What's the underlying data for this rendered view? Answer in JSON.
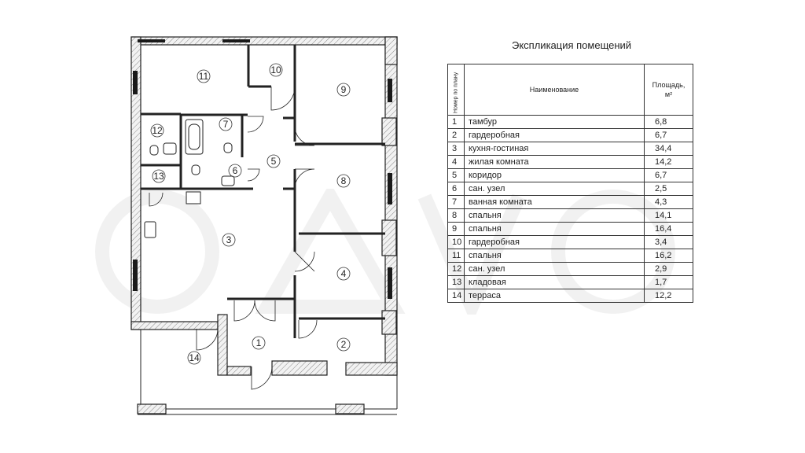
{
  "plan": {
    "rooms": [
      {
        "num": "1"
      },
      {
        "num": "2"
      },
      {
        "num": "3"
      },
      {
        "num": "4"
      },
      {
        "num": "5"
      },
      {
        "num": "6"
      },
      {
        "num": "7"
      },
      {
        "num": "8"
      },
      {
        "num": "9"
      },
      {
        "num": "10"
      },
      {
        "num": "11"
      },
      {
        "num": "12"
      },
      {
        "num": "13"
      },
      {
        "num": "14"
      }
    ]
  },
  "table": {
    "title": "Экспликация помещений",
    "headers": {
      "num": "Номер по плану",
      "name": "Наименование",
      "area_line1": "Площадь,",
      "area_line2": "м²"
    },
    "rows": [
      {
        "num": "1",
        "name": "тамбур",
        "area": "6,8"
      },
      {
        "num": "2",
        "name": "гардеробная",
        "area": "6,7"
      },
      {
        "num": "3",
        "name": "кухня-гостиная",
        "area": "34,4"
      },
      {
        "num": "4",
        "name": "жилая комната",
        "area": "14,2"
      },
      {
        "num": "5",
        "name": "коридор",
        "area": "6,7"
      },
      {
        "num": "6",
        "name": "сан. узел",
        "area": "2,5"
      },
      {
        "num": "7",
        "name": "ванная комната",
        "area": "4,3"
      },
      {
        "num": "8",
        "name": "спальня",
        "area": "14,1"
      },
      {
        "num": "9",
        "name": "спальня",
        "area": "16,4"
      },
      {
        "num": "10",
        "name": "гардеробная",
        "area": "3,4"
      },
      {
        "num": "11",
        "name": "спальня",
        "area": "16,2"
      },
      {
        "num": "12",
        "name": "сан. узел",
        "area": "2,9"
      },
      {
        "num": "13",
        "name": "кладовая",
        "area": "1,7"
      },
      {
        "num": "14",
        "name": "терраса",
        "area": "12,2"
      }
    ]
  }
}
